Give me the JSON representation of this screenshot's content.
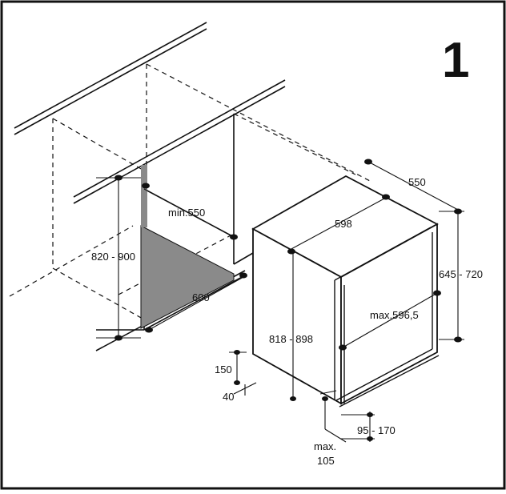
{
  "figure": {
    "step_number": "1",
    "dimensions": {
      "min_550": "min.550",
      "d_820_900": "820 - 900",
      "d_600": "600",
      "d_550": "550",
      "d_598": "598",
      "d_645_720": "645 - 720",
      "max_596_5": "max.596,5",
      "d_818_898": "818 - 898",
      "d_150": "150",
      "d_40": "40",
      "d_95_170": "95 - 170",
      "max_label": "max.",
      "d_105": "105"
    }
  },
  "colors": {
    "line": "#111111",
    "recess_fill": "#8a8a8a",
    "background": "#ffffff"
  }
}
